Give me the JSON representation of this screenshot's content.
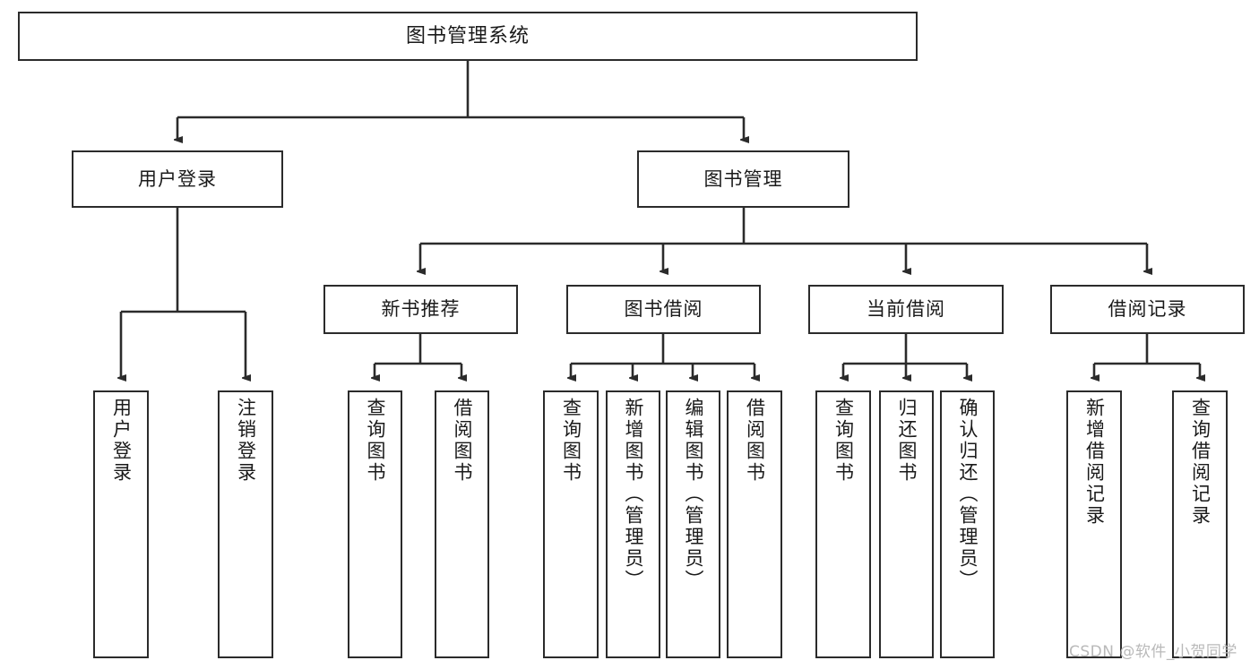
{
  "diagram": {
    "title": "图书管理系统",
    "watermark": "CSDN @软件_小贺同学",
    "edge_color": "#2b2b2b",
    "box_border_color": "#2b2b2b",
    "background_color": "#ffffff"
  },
  "nodes": {
    "root": {
      "label": "图书管理系统"
    },
    "level2": [
      {
        "label": "用户登录"
      },
      {
        "label": "图书管理"
      }
    ],
    "level3": [
      {
        "label": "新书推荐"
      },
      {
        "label": "图书借阅"
      },
      {
        "label": "当前借阅"
      },
      {
        "label": "借阅记录"
      }
    ],
    "leaves": {
      "user_login": [
        {
          "label": "用户登录"
        },
        {
          "label": "注销登录"
        }
      ],
      "new_book_recommend": [
        {
          "label": "查询图书"
        },
        {
          "label": "借阅图书"
        }
      ],
      "book_borrow": [
        {
          "label": "查询图书"
        },
        {
          "label": "新增图书（管理员）"
        },
        {
          "label": "编辑图书（管理员）"
        },
        {
          "label": "借阅图书"
        }
      ],
      "current_borrow": [
        {
          "label": "查询图书"
        },
        {
          "label": "归还图书"
        },
        {
          "label": "确认归还（管理员）"
        }
      ],
      "borrow_record": [
        {
          "label": "新增借阅记录"
        },
        {
          "label": "查询借阅记录"
        }
      ]
    }
  }
}
